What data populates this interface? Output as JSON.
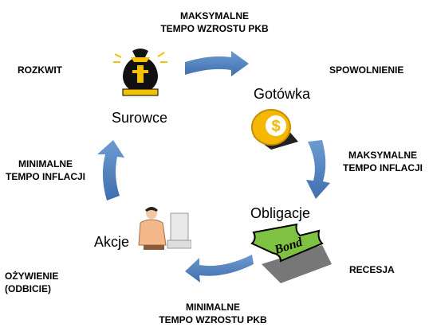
{
  "phases": {
    "top": [
      "MAKSYMALNE",
      "TEMPO WZROSTU PKB"
    ],
    "top_left": "ROZKWIT",
    "top_right": "SPOWOLNIENIE",
    "right": [
      "MAKSYMALNE",
      "TEMPO INFLACJI"
    ],
    "left": [
      "MINIMALNE",
      "TEMPO INFLACJI"
    ],
    "bottom_left": [
      "OŻYWIENIE",
      "(ODBICIE)"
    ],
    "bottom_right": "RECESJA",
    "bottom": [
      "MINIMALNE",
      "TEMPO WZROSTU PKB"
    ]
  },
  "assets": {
    "commodities": "Surowce",
    "cash": "Gotówka",
    "bonds": "Obligacje",
    "stocks": "Akcje"
  },
  "bond_sign_text": "Bond",
  "colors": {
    "arrow": "#4f81bd",
    "arrow_dark": "#3a6aa5",
    "coin": "#f5b800",
    "bond_green": "#7fc241"
  }
}
